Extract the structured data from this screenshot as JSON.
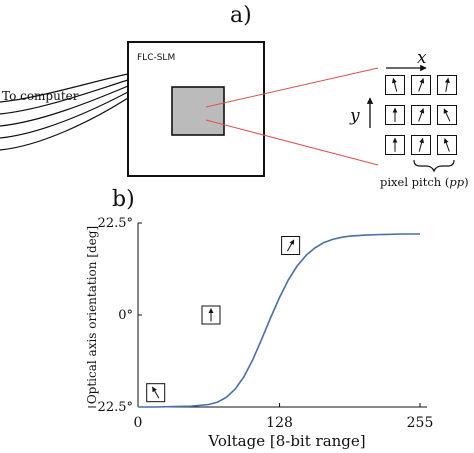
{
  "panel_a": {
    "label": "a)",
    "device_label": "FLC-SLM",
    "computer_label": "To computer",
    "x_axis_label": "x",
    "y_axis_label": "y",
    "pitch_label": "pixel pitch (",
    "pitch_symbol": "pp",
    "pitch_close": ")"
  },
  "panel_b": {
    "label": "b)"
  },
  "chart_data": {
    "type": "line",
    "xlabel": "Voltage [8-bit range]",
    "ylabel": "Optical axis orientation [deg]",
    "xlim": [
      0,
      255
    ],
    "ylim": [
      -22.5,
      22.5
    ],
    "x_ticks": [
      0,
      128,
      255
    ],
    "x_tick_labels": [
      "0",
      "128",
      "255"
    ],
    "y_ticks": [
      -22.5,
      0,
      22.5
    ],
    "y_tick_labels": [
      "−22.5°",
      "0°",
      "22.5°"
    ],
    "grid": false,
    "series": [
      {
        "color": "#4a6fa5",
        "x": [
          0,
          16,
          32,
          48,
          64,
          72,
          80,
          88,
          96,
          104,
          112,
          120,
          128,
          136,
          144,
          152,
          160,
          168,
          176,
          184,
          192,
          208,
          224,
          240,
          255
        ],
        "y": [
          -22.5,
          -22.5,
          -22.4,
          -22.3,
          -21.9,
          -21.3,
          -20.1,
          -18.1,
          -15.0,
          -10.8,
          -5.8,
          -0.6,
          4.3,
          8.6,
          12.0,
          14.6,
          16.4,
          17.7,
          18.5,
          19.0,
          19.3,
          19.6,
          19.7,
          19.8,
          19.8
        ]
      }
    ],
    "annotations": [
      {
        "x": 16,
        "y": -19,
        "arrow_angle_deg": -30
      },
      {
        "x": 66,
        "y": 0,
        "arrow_angle_deg": 0
      },
      {
        "x": 138,
        "y": 17,
        "arrow_angle_deg": 30
      }
    ]
  }
}
